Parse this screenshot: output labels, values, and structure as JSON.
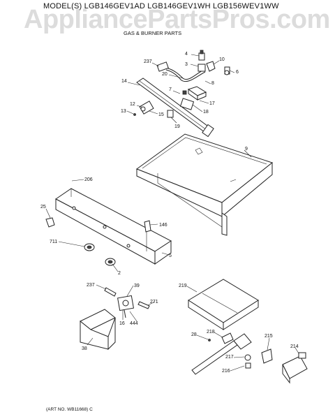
{
  "header": {
    "models": "MODEL(S) LGB146GEV1AD  LGB146GEV1WH  LGB156WEV1WW",
    "watermark": "AppliancePartsPros.com",
    "subtitle": "GAS & BURNER PARTS"
  },
  "footer": {
    "art_no": "(ART NO. WB11668) C"
  },
  "callouts": {
    "c237a": "237",
    "c4": "4",
    "c3": "3",
    "c10": "10",
    "c6": "6",
    "c20": "20",
    "c8": "8",
    "c14": "14",
    "c7": "7",
    "c17": "17",
    "c12": "12",
    "c18": "18",
    "c13": "13",
    "c15": "15",
    "c19": "19",
    "c9": "9",
    "c206": "206",
    "c25": "25",
    "c146": "146",
    "c711": "711",
    "c5": "5",
    "c2": "2",
    "c237b": "237",
    "c39": "39",
    "c271": "271",
    "c16": "16",
    "c444": "444",
    "c38": "38",
    "c219": "219",
    "c218": "218",
    "c28": "28",
    "c215": "215",
    "c217": "217",
    "c214": "214",
    "c216": "216"
  }
}
